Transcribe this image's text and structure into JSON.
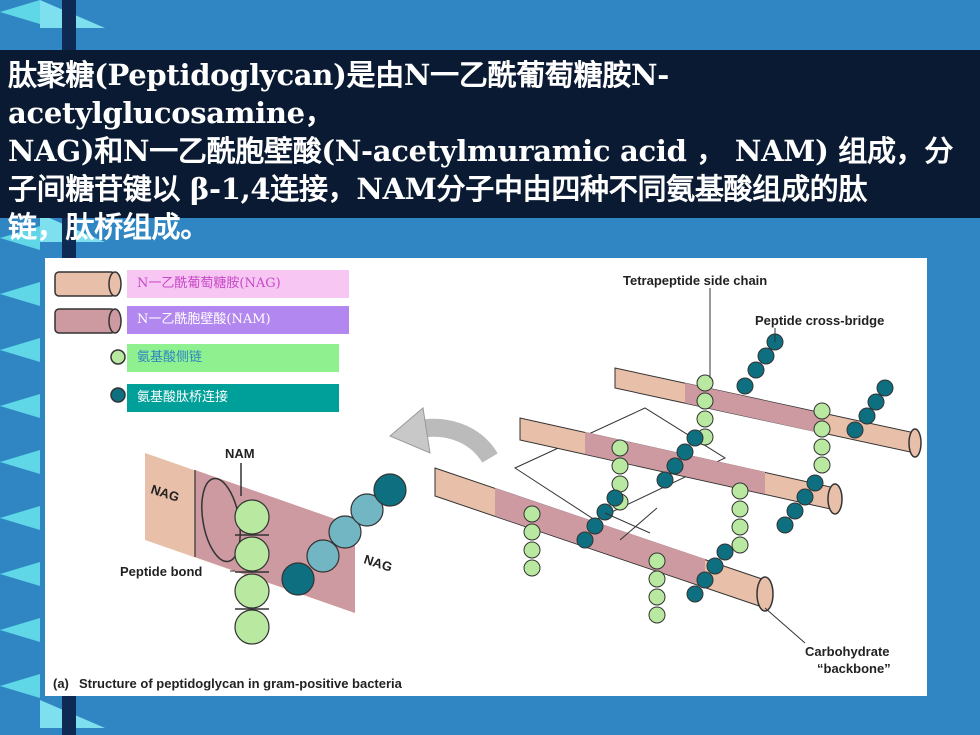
{
  "title": {
    "line1": "肽聚糖(Peptidoglycan)是由N一乙酰葡萄糖胺N-acetylglucosamine，",
    "line2": "NAG)和N一乙酰胞壁酸(N-acetylmuramic acid ， NAM) 组成，分",
    "line3": "子间糖苷键以 β-1,4连接，NAM分子中由四种不同氨基酸组成的肽",
    "line4": "链，肽桥组成。"
  },
  "legend": [
    {
      "label": "N一乙酰葡萄糖胺(NAG)",
      "color": "#f7c6f3",
      "text_color": "#c848c8",
      "icon": "cylinder-icon"
    },
    {
      "label": "N一乙酰胞壁酸(NAM)",
      "color": "#b287ef",
      "text_color": "#ffffff",
      "icon": "cylinder-icon"
    },
    {
      "label": "氨基酸侧链",
      "color": "#8ff08f",
      "text_color": "#2f86c3",
      "icon": "light-green-circle-icon"
    },
    {
      "label": "氨基酸肽桥连接",
      "color": "#00a09a",
      "text_color": "#ffffff",
      "icon": "teal-circle-icon"
    }
  ],
  "diagram": {
    "label_nam": "NAM",
    "label_nag_1": "NAG",
    "label_nag_2": "NAG",
    "label_peptide_bond": "Peptide bond",
    "label_tetrapeptide": "Tetrapeptide side chain",
    "label_cross_bridge": "Peptide cross-bridge",
    "label_carbohydrate_1": "Carbohydrate",
    "label_carbohydrate_2": "“backbone”",
    "caption_prefix": "(a)",
    "caption": "Structure of peptidoglycan in gram-positive bacteria"
  },
  "colors": {
    "background": "#2f86c3",
    "title_bg": "#0a1a33",
    "nag": "#e8bfa8",
    "nam": "#cc9aa0",
    "side_chain": "#b9e8a0",
    "cross_bridge": "#0e6f80"
  }
}
